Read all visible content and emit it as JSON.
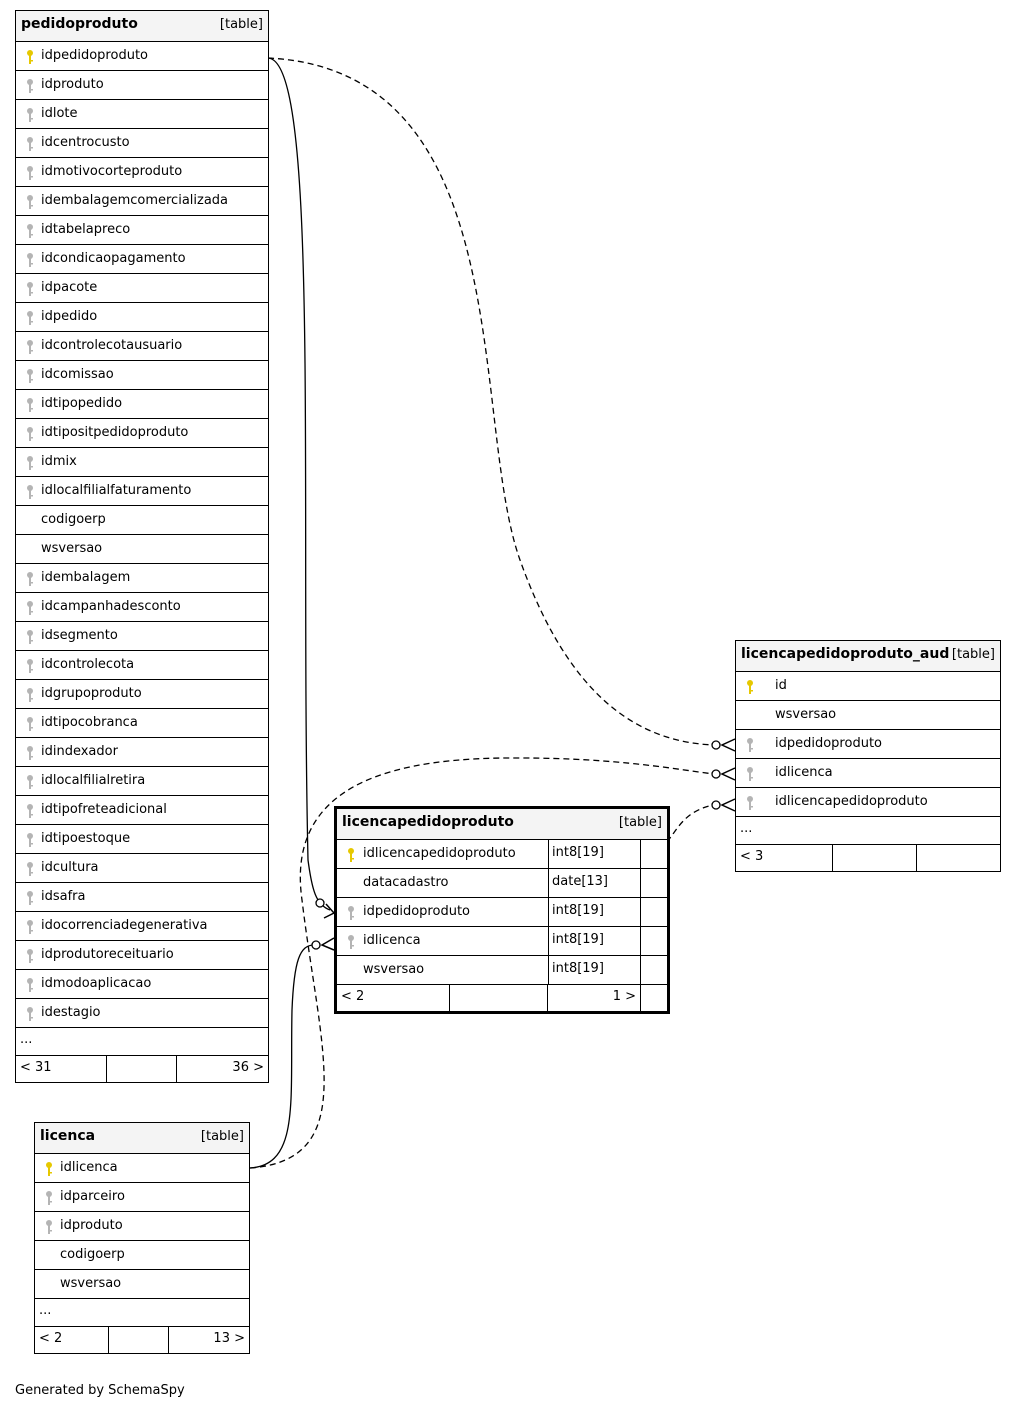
{
  "tables": {
    "pedidoproduto": {
      "name": "pedidoproduto",
      "kind": "[table]",
      "columns": [
        {
          "name": "idpedidoproduto",
          "key": "primary"
        },
        {
          "name": "idproduto",
          "key": "foreign"
        },
        {
          "name": "idlote",
          "key": "foreign"
        },
        {
          "name": "idcentrocusto",
          "key": "foreign"
        },
        {
          "name": "idmotivocorteproduto",
          "key": "foreign"
        },
        {
          "name": "idembalagemcomercializada",
          "key": "foreign"
        },
        {
          "name": "idtabelapreco",
          "key": "foreign"
        },
        {
          "name": "idcondicaopagamento",
          "key": "foreign"
        },
        {
          "name": "idpacote",
          "key": "foreign"
        },
        {
          "name": "idpedido",
          "key": "foreign"
        },
        {
          "name": "idcontrolecotausuario",
          "key": "foreign"
        },
        {
          "name": "idcomissao",
          "key": "foreign"
        },
        {
          "name": "idtipopedido",
          "key": "foreign"
        },
        {
          "name": "idtipositpedidoproduto",
          "key": "foreign"
        },
        {
          "name": "idmix",
          "key": "foreign"
        },
        {
          "name": "idlocalfilialfaturamento",
          "key": "foreign"
        },
        {
          "name": "codigoerp",
          "key": "none"
        },
        {
          "name": "wsversao",
          "key": "none"
        },
        {
          "name": "idembalagem",
          "key": "foreign"
        },
        {
          "name": "idcampanhadesconto",
          "key": "foreign"
        },
        {
          "name": "idsegmento",
          "key": "foreign"
        },
        {
          "name": "idcontrolecota",
          "key": "foreign"
        },
        {
          "name": "idgrupoproduto",
          "key": "foreign"
        },
        {
          "name": "idtipocobranca",
          "key": "foreign"
        },
        {
          "name": "idindexador",
          "key": "foreign"
        },
        {
          "name": "idlocalfilialretira",
          "key": "foreign"
        },
        {
          "name": "idtipofreteadicional",
          "key": "foreign"
        },
        {
          "name": "idtipoestoque",
          "key": "foreign"
        },
        {
          "name": "idcultura",
          "key": "foreign"
        },
        {
          "name": "idsafra",
          "key": "foreign"
        },
        {
          "name": "idocorrenciadegenerativa",
          "key": "foreign"
        },
        {
          "name": "idprodutoreceituario",
          "key": "foreign"
        },
        {
          "name": "idmodoaplicacao",
          "key": "foreign"
        },
        {
          "name": "idestagio",
          "key": "foreign"
        }
      ],
      "more": "...",
      "parents": "< 31",
      "children": "36 >"
    },
    "licenca": {
      "name": "licenca",
      "kind": "[table]",
      "columns": [
        {
          "name": "idlicenca",
          "key": "primary"
        },
        {
          "name": "idparceiro",
          "key": "foreign"
        },
        {
          "name": "idproduto",
          "key": "foreign"
        },
        {
          "name": "codigoerp",
          "key": "none"
        },
        {
          "name": "wsversao",
          "key": "none"
        }
      ],
      "more": "...",
      "parents": "< 2",
      "children": "13 >"
    },
    "licencapedidoproduto": {
      "name": "licencapedidoproduto",
      "kind": "[table]",
      "columns": [
        {
          "name": "idlicencapedidoproduto",
          "type": "int8[19]",
          "key": "primary"
        },
        {
          "name": "datacadastro",
          "type": "date[13]",
          "key": "none"
        },
        {
          "name": "idpedidoproduto",
          "type": "int8[19]",
          "key": "foreign"
        },
        {
          "name": "idlicenca",
          "type": "int8[19]",
          "key": "foreign"
        },
        {
          "name": "wsversao",
          "type": "int8[19]",
          "key": "none"
        }
      ],
      "parents": "< 2",
      "children": "1 >"
    },
    "licencapedidoproduto_aud": {
      "name": "licencapedidoproduto_aud",
      "kind": "[table]",
      "columns": [
        {
          "name": "id",
          "key": "primary"
        },
        {
          "name": "wsversao",
          "key": "none"
        },
        {
          "name": "idpedidoproduto",
          "key": "foreign"
        },
        {
          "name": "idlicenca",
          "key": "foreign"
        },
        {
          "name": "idlicencapedidoproduto",
          "key": "foreign"
        }
      ],
      "more": "...",
      "parents": "< 3"
    }
  },
  "colors": {
    "primary_key": "#e6c800",
    "foreign_key": "#b4b4b4",
    "header_bg": "#f4f4f4"
  },
  "footer": {
    "credit": "Generated by SchemaSpy"
  }
}
